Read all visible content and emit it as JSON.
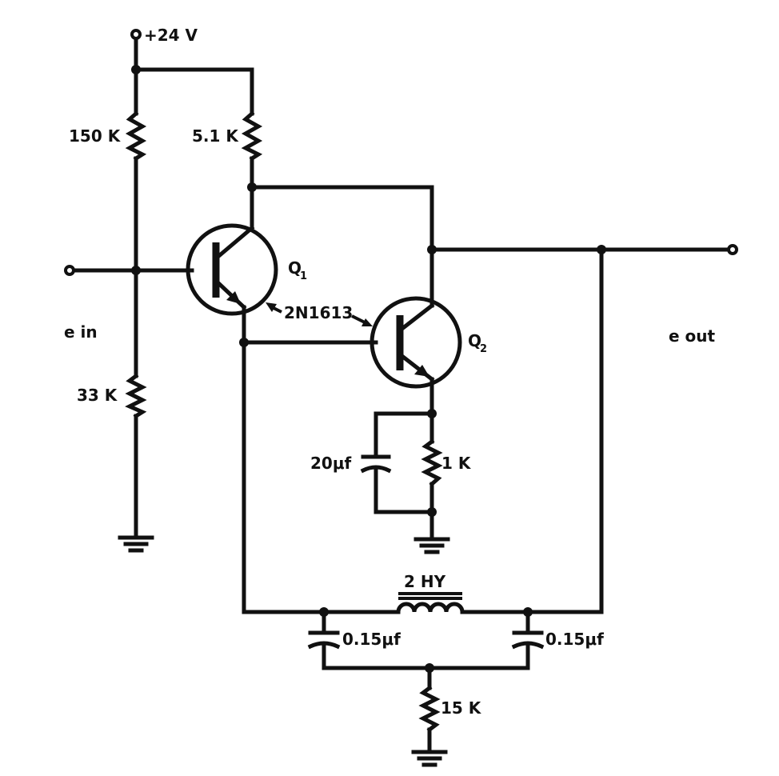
{
  "schematic": {
    "supply": "+24 V",
    "input_label": "e in",
    "output_label": "e out",
    "transistor_type": "2N1613",
    "q1": {
      "letter": "Q",
      "sub": "1"
    },
    "q2": {
      "letter": "Q",
      "sub": "2"
    },
    "r_bias_top": "150 K",
    "r_collector": "5.1 K",
    "r_bias_bottom": "33 K",
    "c_emitter": "20μf",
    "r_emitter": "1 K",
    "inductor": "2 HY",
    "c_left": "0.15μf",
    "c_right": "0.15μf",
    "r_ground": "15 K"
  }
}
